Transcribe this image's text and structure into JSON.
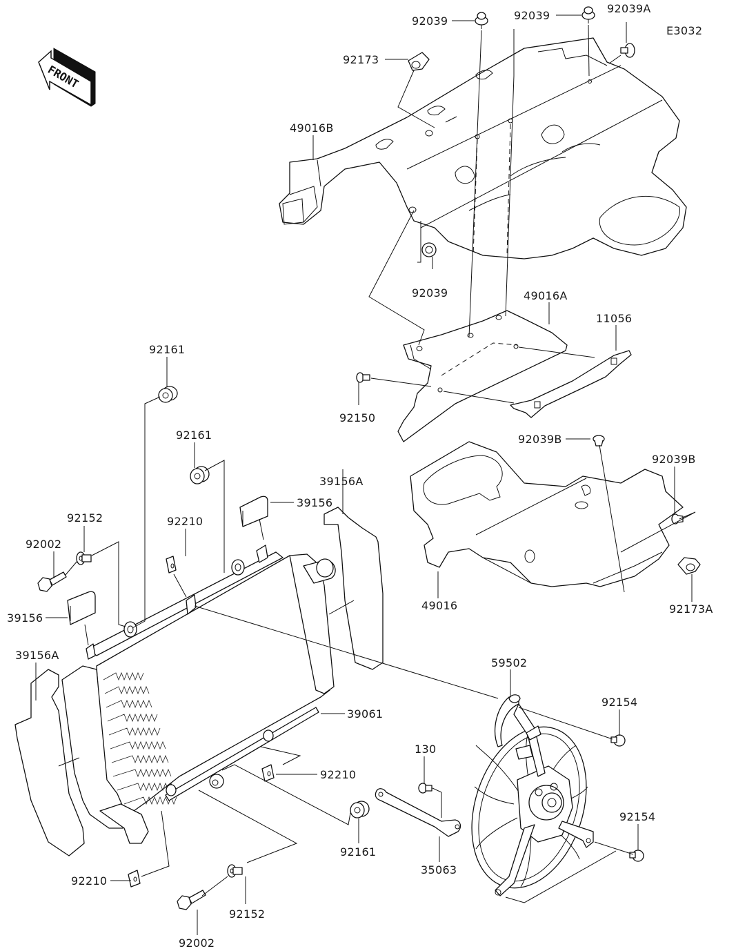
{
  "diagram": {
    "code": "E3032",
    "front_arrow_text": "FRONT",
    "callouts": {
      "c92039_top1": "92039",
      "c92039_top2": "92039",
      "c92039A": "92039A",
      "c92173": "92173",
      "c49016B": "49016B",
      "c92039_mid": "92039",
      "c49016A": "49016A",
      "c11056": "11056",
      "c92150": "92150",
      "c92039B_1": "92039B",
      "c92039B_2": "92039B",
      "c49016": "49016",
      "c92173A": "92173A",
      "c92161_1": "92161",
      "c92161_2": "92161",
      "c39156A_r": "39156A",
      "c39156_r": "39156",
      "c92152_1": "92152",
      "c92210_1": "92210",
      "c92002_1": "92002",
      "c39156_l": "39156",
      "c39156A_l": "39156A",
      "c39061": "39061",
      "c59502": "59502",
      "c92154_1": "92154",
      "c130": "130",
      "c92210_2": "92210",
      "c92161_3": "92161",
      "c35063": "35063",
      "c92154_2": "92154",
      "c92210_3": "92210",
      "c92152_2": "92152",
      "c92002_2": "92002"
    }
  }
}
